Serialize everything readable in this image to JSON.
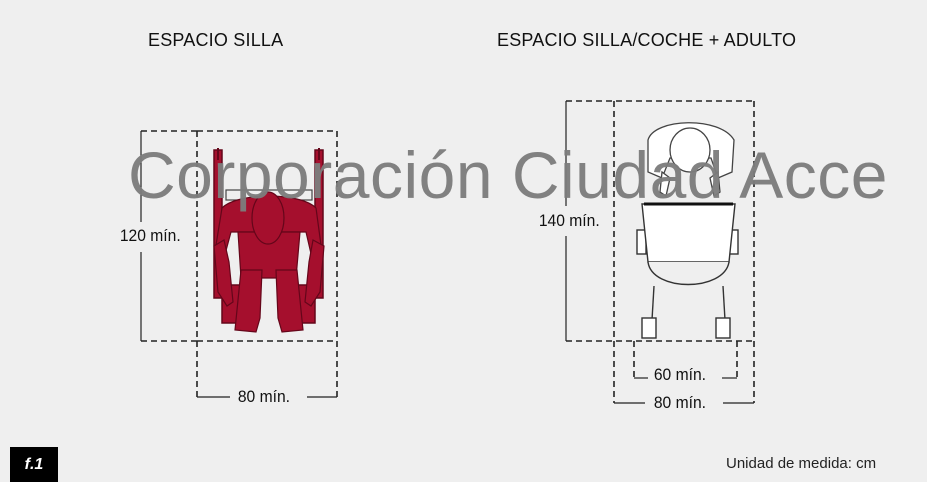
{
  "left_panel": {
    "title": "ESPACIO SILLA",
    "height_label": "120 mín.",
    "width_label": "80 mín."
  },
  "right_panel": {
    "title": "ESPACIO SILLA/COCHE + ADULTO",
    "height_label": "140 mín.",
    "inner_width_label": "60 mín.",
    "outer_width_label": "80 mín."
  },
  "watermark": "Corporación Ciudad Acce",
  "figure_label": "f.1",
  "unit_note": "Unidad de medida: cm",
  "colors": {
    "background": "#efefef",
    "figure_fill": "#a50f2d",
    "figure_stroke": "#64061a",
    "line": "#222222",
    "watermark": "#7d7d7d"
  }
}
